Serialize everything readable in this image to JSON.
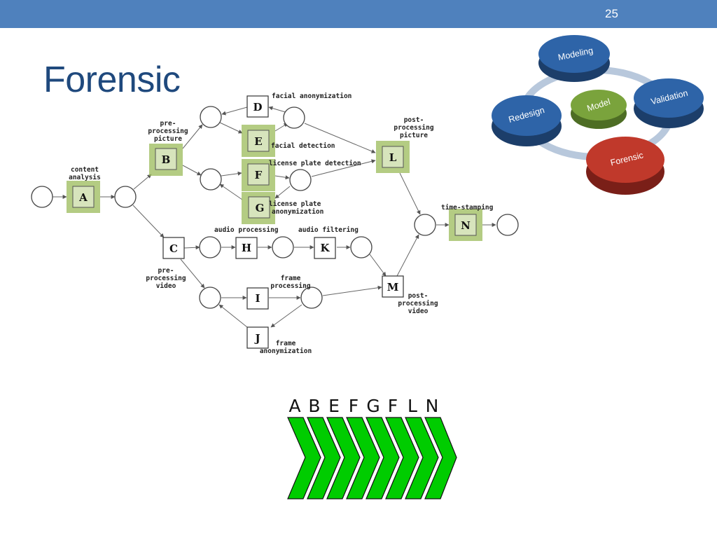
{
  "slide": {
    "number": "25",
    "title": "Forensic"
  },
  "cycle": {
    "nodes": [
      {
        "id": "modeling",
        "label": "Modeling",
        "color": "#2e64a8"
      },
      {
        "id": "validation",
        "label": "Validation",
        "color": "#2e64a8"
      },
      {
        "id": "forensic",
        "label": "Forensic",
        "color": "#c0392b"
      },
      {
        "id": "redesign",
        "label": "Redesign",
        "color": "#2e64a8"
      },
      {
        "id": "model",
        "label": "Model",
        "color": "#7aa33c"
      }
    ]
  },
  "process": {
    "highlight_color": "#9bbb59",
    "tasks": [
      {
        "id": "A",
        "letter": "A",
        "label": [
          "content",
          "analysis"
        ],
        "highlighted": true
      },
      {
        "id": "B",
        "letter": "B",
        "label": [
          "pre-",
          "processing",
          "picture"
        ],
        "highlighted": true
      },
      {
        "id": "C",
        "letter": "C",
        "label": [
          "pre-",
          "processing",
          "video"
        ],
        "highlighted": false
      },
      {
        "id": "D",
        "letter": "D",
        "label": [
          "facial anonymization"
        ],
        "highlighted": false
      },
      {
        "id": "E",
        "letter": "E",
        "label": [
          "facial detection"
        ],
        "highlighted": true
      },
      {
        "id": "F",
        "letter": "F",
        "label": [
          "license plate detection"
        ],
        "highlighted": true
      },
      {
        "id": "G",
        "letter": "G",
        "label": [
          "license plate",
          "anonymization"
        ],
        "highlighted": true
      },
      {
        "id": "H",
        "letter": "H",
        "label": [
          "audio processing"
        ],
        "highlighted": false
      },
      {
        "id": "K",
        "letter": "K",
        "label": [
          "audio filtering"
        ],
        "highlighted": false
      },
      {
        "id": "I",
        "letter": "I",
        "label": [
          "frame",
          "processing"
        ],
        "highlighted": false
      },
      {
        "id": "J",
        "letter": "J",
        "label": [
          "frame",
          "anonymization"
        ],
        "highlighted": false
      },
      {
        "id": "L",
        "letter": "L",
        "label": [
          "post-",
          "processing",
          "picture"
        ],
        "highlighted": true
      },
      {
        "id": "M",
        "letter": "M",
        "label": [
          "post-",
          "processing",
          "video"
        ],
        "highlighted": false
      },
      {
        "id": "N",
        "letter": "N",
        "label": [
          "time-stamping"
        ],
        "highlighted": true
      }
    ]
  },
  "sequence": {
    "letters": [
      "A",
      "B",
      "E",
      "F",
      "G",
      "F",
      "L",
      "N"
    ],
    "chevron_color": "#00cc00"
  }
}
